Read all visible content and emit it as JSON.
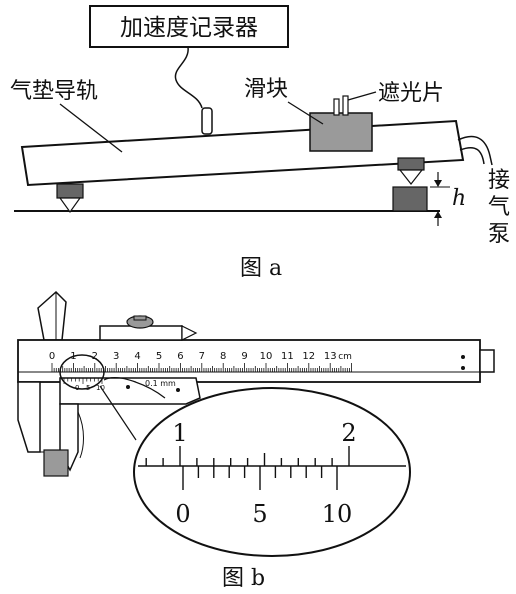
{
  "figure_a": {
    "recorder_label": "加速度记录器",
    "rail_label": "气垫导轨",
    "slider_label": "滑块",
    "shade_label": "遮光片",
    "pump_label": [
      "接",
      "气",
      "泵"
    ],
    "height_label": "h",
    "caption": "图 a"
  },
  "figure_b": {
    "main_scale_numbers": [
      "0",
      "1",
      "2",
      "3",
      "4",
      "5",
      "6",
      "7",
      "8",
      "9",
      "10",
      "11",
      "12",
      "13"
    ],
    "main_scale_unit": "cm",
    "vernier_small_label": "0.1 mm",
    "vernier_small_numbers": [
      "0",
      "5",
      "10"
    ],
    "zoom_main_numbers": [
      "1",
      "2"
    ],
    "zoom_vernier_numbers": [
      "0",
      "5",
      "10"
    ],
    "caption": "图 b"
  },
  "colors": {
    "ink": "#111111",
    "gray": "#9a9a9a",
    "dark_gray": "#555555",
    "paper": "#ffffff"
  }
}
